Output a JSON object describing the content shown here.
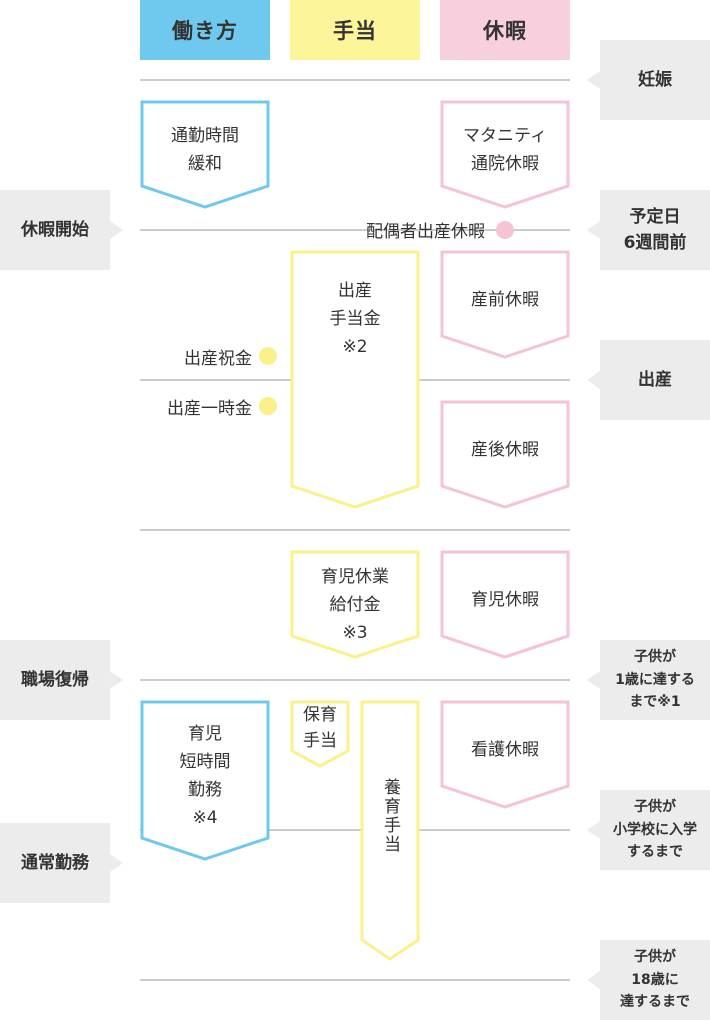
{
  "colors": {
    "work": "#6fc9ef",
    "allowance": "#fdf59a",
    "leave": "#f8cfdc",
    "allowance_stroke": "#fbf18a",
    "leave_stroke": "#f5c3d3",
    "work_stroke": "#6fc9ef",
    "leave_dot": "#f5c3d3",
    "allowance_dot": "#fbf08a",
    "stage_bg": "#ececec",
    "line": "#cccccc"
  },
  "headers": {
    "work": "働き方",
    "allowance": "手当",
    "leave": "休暇"
  },
  "right_stages": {
    "pregnancy": "妊娠",
    "due_6w": "予定日\n6週間前",
    "birth": "出産",
    "age1": "子供が\n1歳に達する\nまで※1",
    "school": "子供が\n小学校に入学\nするまで",
    "age18": "子供が\n18歳に\n達するまで"
  },
  "left_stages": {
    "leave_start": "休暇開始",
    "return": "職場復帰",
    "normal": "通常勤務"
  },
  "blocks": {
    "commute_ease": "通勤時間\n緩和",
    "maternity_visit": "マタニティ\n通院休暇",
    "prenatal_leave": "産前休暇",
    "postnatal_leave": "産後休暇",
    "birth_allowance": "出産\n手当金\n※2",
    "childcare_benefit": "育児休業\n給付金\n※3",
    "childcare_leave": "育児休暇",
    "short_hours": "育児\n短時間\n勤務\n※4",
    "nursery_allowance": "保育\n手当",
    "support_allowance": "養育手当",
    "nursing_leave": "看護休暇"
  },
  "dots": {
    "spouse_leave": "配偶者出産休暇",
    "celebration": "出産祝金",
    "lump_sum": "出産一時金"
  }
}
